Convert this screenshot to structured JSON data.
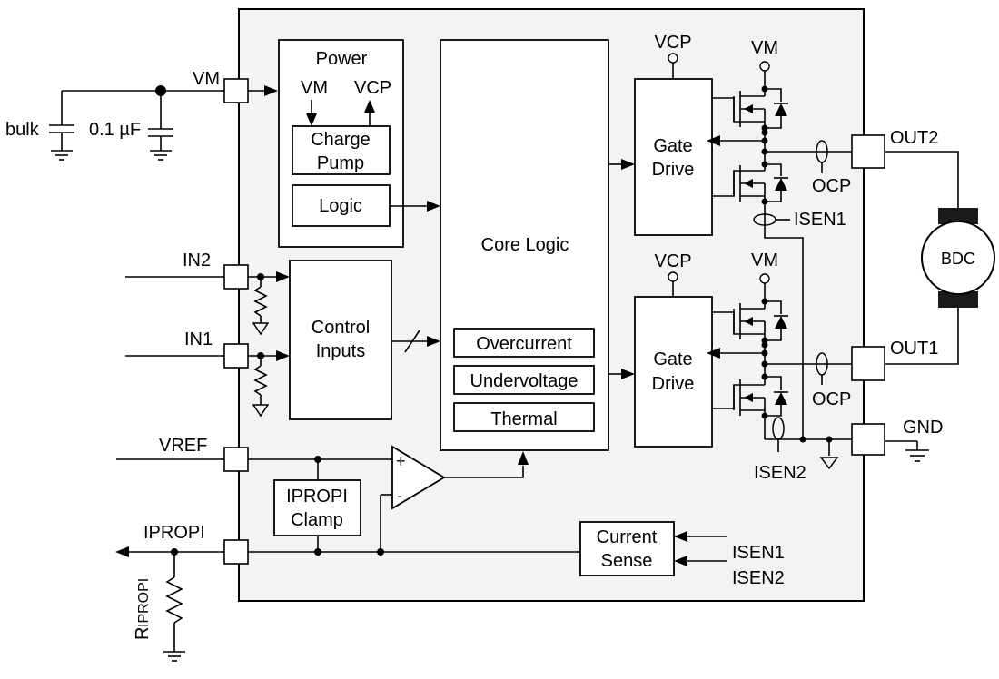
{
  "blocks": {
    "power_title": "Power",
    "power_vm": "VM",
    "power_vcp": "VCP",
    "charge_pump_line1": "Charge",
    "charge_pump_line2": "Pump",
    "logic": "Logic",
    "core_logic": "Core Logic",
    "overcurrent": "Overcurrent",
    "undervoltage": "Undervoltage",
    "thermal": "Thermal",
    "control_inputs_line1": "Control",
    "control_inputs_line2": "Inputs",
    "gate_drive_line1": "Gate",
    "gate_drive_line2": "Drive",
    "ipropi_clamp_line1": "IPROPI",
    "ipropi_clamp_line2": "Clamp",
    "current_sense_line1": "Current",
    "current_sense_line2": "Sense",
    "comparator_plus": "+",
    "comparator_minus": "-"
  },
  "pins": {
    "vm": "VM",
    "in2": "IN2",
    "in1": "IN1",
    "vref": "VREF",
    "ipropi": "IPROPI",
    "out2": "OUT2",
    "out1": "OUT1",
    "gnd": "GND"
  },
  "labels": {
    "bulk": "bulk",
    "cap_value": "0.1 µF",
    "vcp": "VCP",
    "vm": "VM",
    "ocp": "OCP",
    "isen1": "ISEN1",
    "isen2": "ISEN2",
    "motor": "BDC",
    "ripropi_r": "R",
    "ripropi_sub": "IPROPI"
  }
}
